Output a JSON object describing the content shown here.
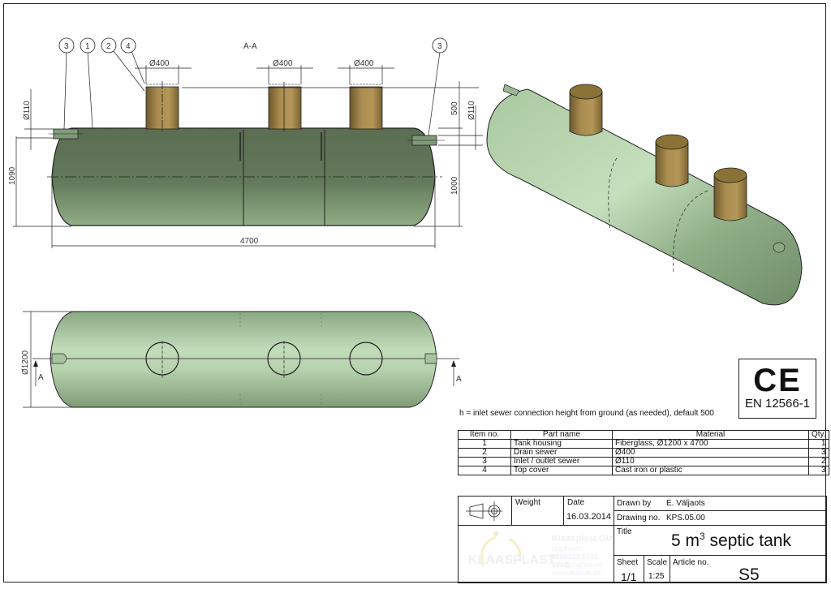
{
  "drawing": {
    "section_label": "A-A",
    "balloons": [
      "3",
      "1",
      "2",
      "4",
      "3"
    ],
    "dimensions": {
      "drain_diameter": "Ø400",
      "inlet_diameter": "Ø110",
      "outlet_diameter": "Ø110",
      "inlet_height": "1090",
      "outlet_height": "1000",
      "riser_height": "500",
      "tank_length": "4700",
      "tank_diameter": "Ø1200"
    },
    "section_arrow_label": "A"
  },
  "note": "h = inlet sewer connection height from ground (as needed), default 500",
  "certification": {
    "mark": "CE",
    "standard": "EN 12566-1"
  },
  "bom": {
    "headers": [
      "Item no.",
      "Part name",
      "Material",
      "Qty."
    ],
    "rows": [
      {
        "item": "1",
        "part": "Tank housing",
        "material": "Fiberglass,  Ø1200 x 4700",
        "qty": "1"
      },
      {
        "item": "2",
        "part": "Drain sewer",
        "material": "Ø400",
        "qty": "3"
      },
      {
        "item": "3",
        "part": "Inlet / outlet sewer",
        "material": "Ø110",
        "qty": "2"
      },
      {
        "item": "4",
        "part": "Top cover",
        "material": "Cast iron or plastic",
        "qty": "3"
      }
    ]
  },
  "title_block": {
    "weight_label": "Weight",
    "date_label": "Date",
    "date": "16.03.2014",
    "drawn_by_label": "Drawn by",
    "drawn_by": "E. Väljaots",
    "drawing_no_label": "Drawing no.",
    "drawing_no": "KPS.05.00",
    "title_label": "Title",
    "title_main": "5 m",
    "title_sup": "3",
    "title_rest": " septic tank",
    "sheet_label": "Sheet",
    "sheet": "1/1",
    "scale_label": "Scale",
    "scale": "1:25",
    "article_label": "Article no.",
    "article": "S5",
    "company": {
      "logo": "KLAASPLAST",
      "name": "Klaasplast OÜ",
      "reg": "reg.kood: 11862070",
      "tel": "tel: +372 5691 1914",
      "email": "info@mahuti.ee",
      "web": "www.mahuti.ee"
    }
  },
  "colors": {
    "tank_green": "#7e9a78",
    "tank_green_light": "#bcd7b5",
    "riser_brown": "#a88a4a",
    "line": "#222222"
  }
}
